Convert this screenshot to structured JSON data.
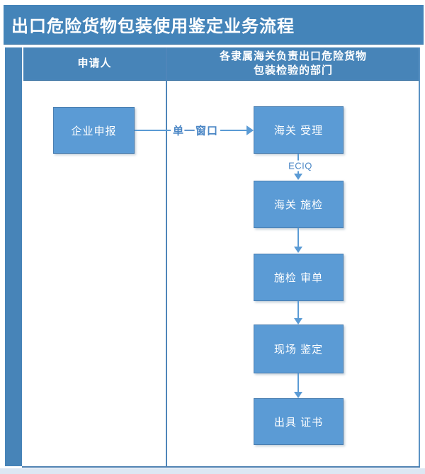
{
  "title": "出口危险货物包装使用鉴定业务流程",
  "columns": {
    "left": "申请人",
    "right_line1": "各隶属海关负责出口危险货物",
    "right_line2": "包装检验的部门"
  },
  "flow": {
    "applicant_label": "企业申报",
    "arrow_label": "单一窗口",
    "eciq_label": "ECIQ",
    "steps": [
      "海关 受理",
      "海关 施检",
      "施检 审单",
      "现场 鉴定",
      "出具 证书"
    ]
  },
  "colors": {
    "band_blue": "#4784b8",
    "title_blue": "#4484b9",
    "box_blue": "#5b9bd5",
    "box_border": "#4a7eb0",
    "line_blue": "#5b9bd5",
    "label_text_blue": "#4a86c5",
    "frame_blue": "#4f86ba",
    "bottom_strip": "#dce7f3",
    "text_white": "#ffffff"
  }
}
